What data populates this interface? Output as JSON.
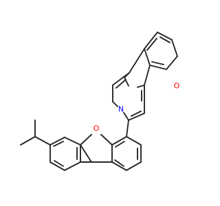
{
  "structure": {
    "atoms": {
      "oxygen_top": {
        "symbol": "O"
      },
      "nitrogen": {
        "symbol": "N"
      },
      "oxygen_bottom": {
        "symbol": "O"
      }
    },
    "colors": {
      "bond": "#262626",
      "oxygen": "#ff0000",
      "nitrogen": "#0000ff",
      "background": "#ffffff"
    }
  }
}
